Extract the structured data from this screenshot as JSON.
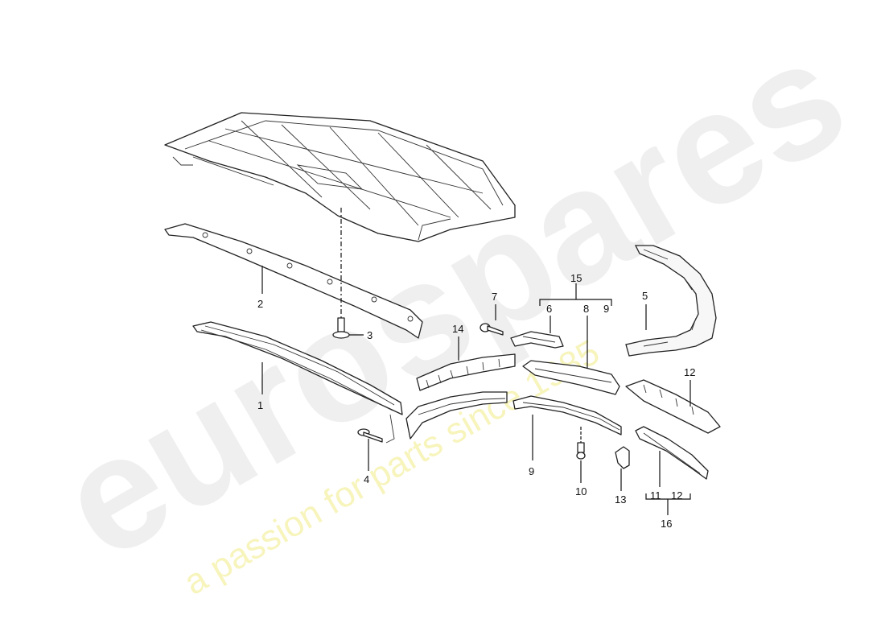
{
  "watermark": {
    "brand": "eurospares",
    "tagline": "a passion for parts since 1985"
  },
  "callouts": {
    "c1": "1",
    "c2": "2",
    "c3": "3",
    "c4": "4",
    "c5": "5",
    "c6": "6",
    "c7": "7",
    "c8": "8",
    "c9a": "9",
    "c9b": "9",
    "c10": "10",
    "c11": "11",
    "c12a": "12",
    "c12b": "12",
    "c13": "13",
    "c14": "14",
    "c15": "15",
    "c16": "16"
  },
  "colors": {
    "line": "#222222",
    "watermark_gray": "#e9e9e9",
    "watermark_yellow": "#f3f0a0"
  }
}
